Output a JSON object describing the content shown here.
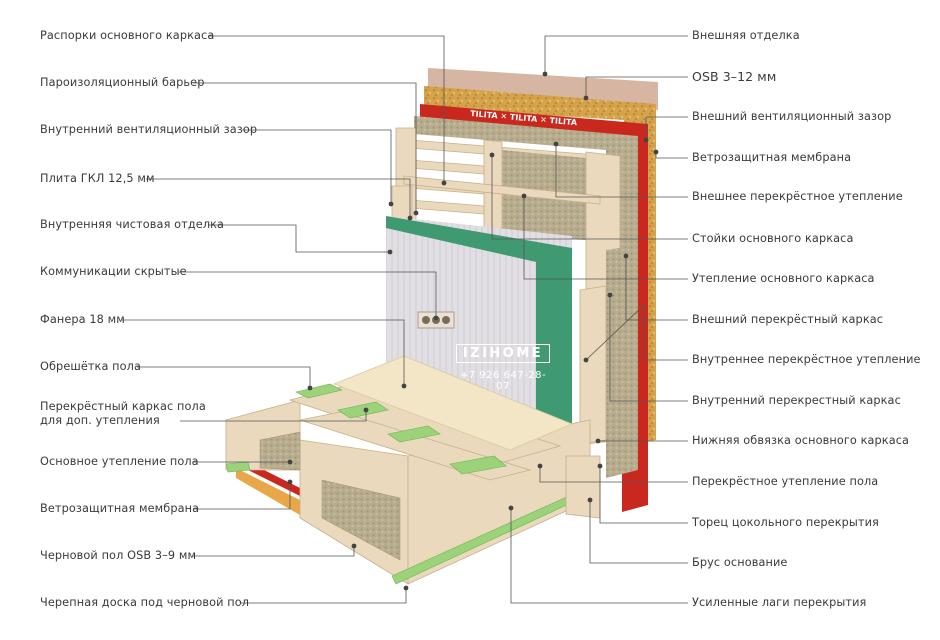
{
  "brand": {
    "name": "IZIHOME",
    "phone": "+7 926 647-28-07"
  },
  "labels_left": [
    "Распорки основного каркаса",
    "Пароизоляционный барьер",
    "Внутренний вентиляционный зазор",
    "Плита ГКЛ 12,5 мм",
    "Внутренняя чистовая отделка",
    "Коммуникации скрытые",
    "Фанера 18 мм",
    "Обрешётка пола",
    "Перекрёстный каркас пола",
    "для доп. утепления",
    "Основное утепление пола",
    "Ветрозащитная мембрана",
    "Черновой пол OSB 3–9 мм",
    "Черепная доска под черновой пол"
  ],
  "labels_right": [
    "Внешняя отделка",
    "OSB 3–12 мм",
    "Внешний вентиляционный зазор",
    "Ветрозащитная мембрана",
    "Внешнее перекрёстное утепление",
    "Стойки основного каркаса",
    "Утепление основного каркаса",
    "Внешний перекрёстный каркас",
    "Внутреннее перекрёстное утепление",
    "Внутренний перекрестный каркас",
    "Нижняя обвязка основного каркаса",
    "Перекрёстное утепление пола",
    "Торец цокольного перекрытия",
    "Брус основание",
    "Усиленные лаги перекрытия"
  ],
  "colors": {
    "line": "#555555",
    "osb": "#d4a24a",
    "membrane": "#c8281e",
    "insulation": "#b7ad8e",
    "timber": "#ead9bd",
    "gkl": "#e4e1e6",
    "green_sheet": "#3f9a72",
    "floor_board": "#f2e6c6",
    "green_pad": "#9bd27a"
  }
}
